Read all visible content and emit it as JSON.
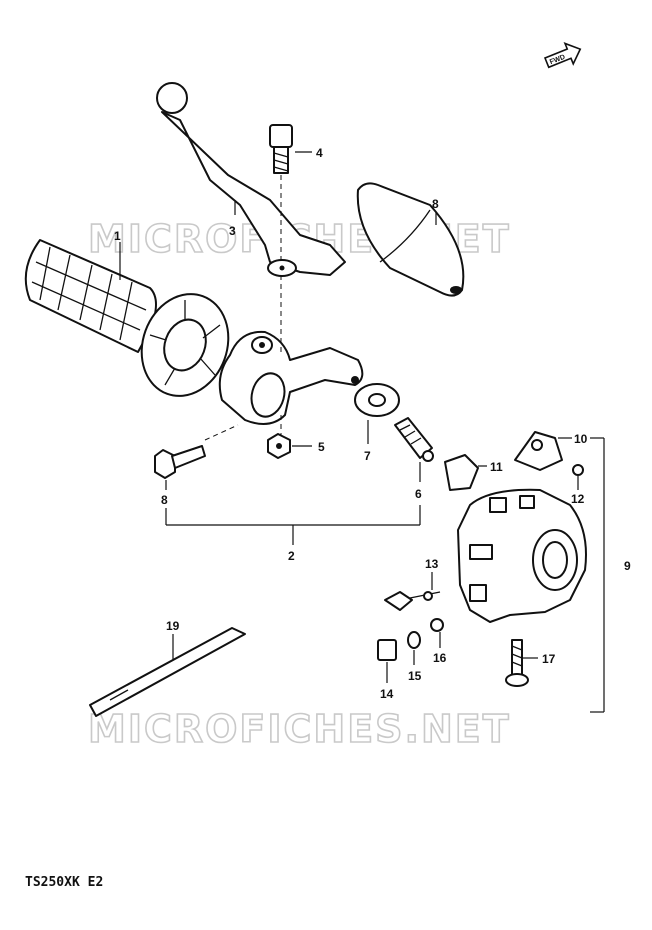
{
  "diagram": {
    "model_code": "TS250XK E2",
    "watermark": "MICROFICHES.NET",
    "direction_marker": "FWD",
    "callouts": [
      "1",
      "2",
      "3",
      "4",
      "5",
      "6",
      "7",
      "8",
      "8",
      "9",
      "10",
      "11",
      "12",
      "13",
      "14",
      "15",
      "16",
      "17",
      "19"
    ]
  }
}
